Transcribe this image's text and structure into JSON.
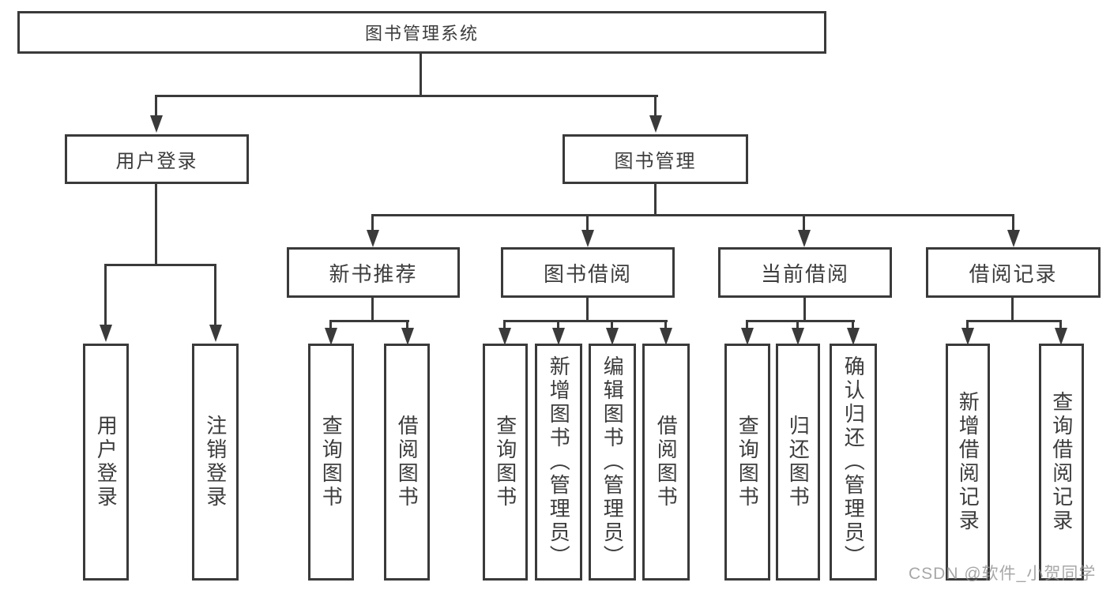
{
  "colors": {
    "line": "#3a3a3a",
    "text": "#3c3c3c",
    "background": "#ffffff",
    "watermark": "#919191"
  },
  "watermark": "CSDN @软件_小贺同学",
  "nodes": {
    "root": "图书管理系统",
    "user_login": "用户登录",
    "book_mgmt": "图书管理",
    "new_book_rec": "新书推荐",
    "book_borrow": "图书借阅",
    "current_borrow": "当前借阅",
    "borrow_records": "借阅记录",
    "ul_login": "用户登录",
    "ul_logout": "注销登录",
    "nbr_query_books": "查询图书",
    "nbr_borrow_books": "借阅图书",
    "bb_query_books": "查询图书",
    "bb_add_books": "新增图书（管理员）",
    "bb_edit_books": "编辑图书（管理员）",
    "bb_borrow_books": "借阅图书",
    "cb_query_books": "查询图书",
    "cb_return_books": "归还图书",
    "cb_confirm_return": "确认归还（管理员）",
    "br_add_record": "新增借阅记录",
    "br_query_record": "查询借阅记录"
  }
}
